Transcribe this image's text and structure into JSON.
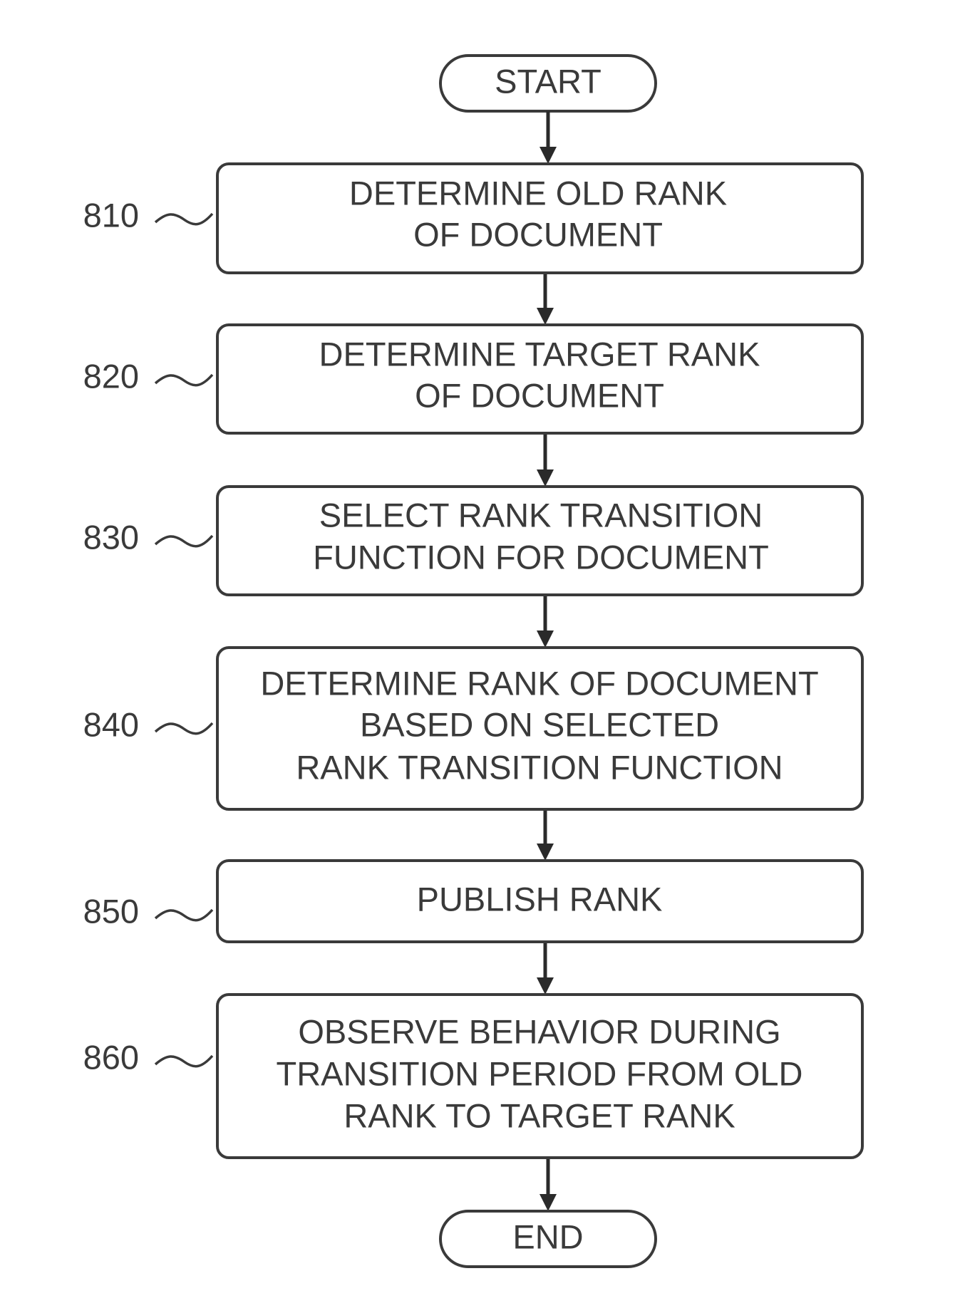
{
  "terminals": {
    "start": {
      "label": "START"
    },
    "end": {
      "label": "END"
    }
  },
  "steps": [
    {
      "ref": "810",
      "lines": [
        "DETERMINE OLD RANK",
        "OF DOCUMENT"
      ]
    },
    {
      "ref": "820",
      "lines": [
        "DETERMINE TARGET RANK",
        "OF DOCUMENT"
      ]
    },
    {
      "ref": "830",
      "lines": [
        "SELECT RANK TRANSITION",
        "FUNCTION FOR DOCUMENT"
      ]
    },
    {
      "ref": "840",
      "lines": [
        "DETERMINE RANK OF DOCUMENT",
        "BASED ON SELECTED",
        "RANK TRANSITION FUNCTION"
      ]
    },
    {
      "ref": "850",
      "lines": [
        "PUBLISH RANK"
      ]
    },
    {
      "ref": "860",
      "lines": [
        "OBSERVE BEHAVIOR DURING",
        "TRANSITION PERIOD FROM OLD",
        "RANK TO TARGET RANK"
      ]
    }
  ]
}
